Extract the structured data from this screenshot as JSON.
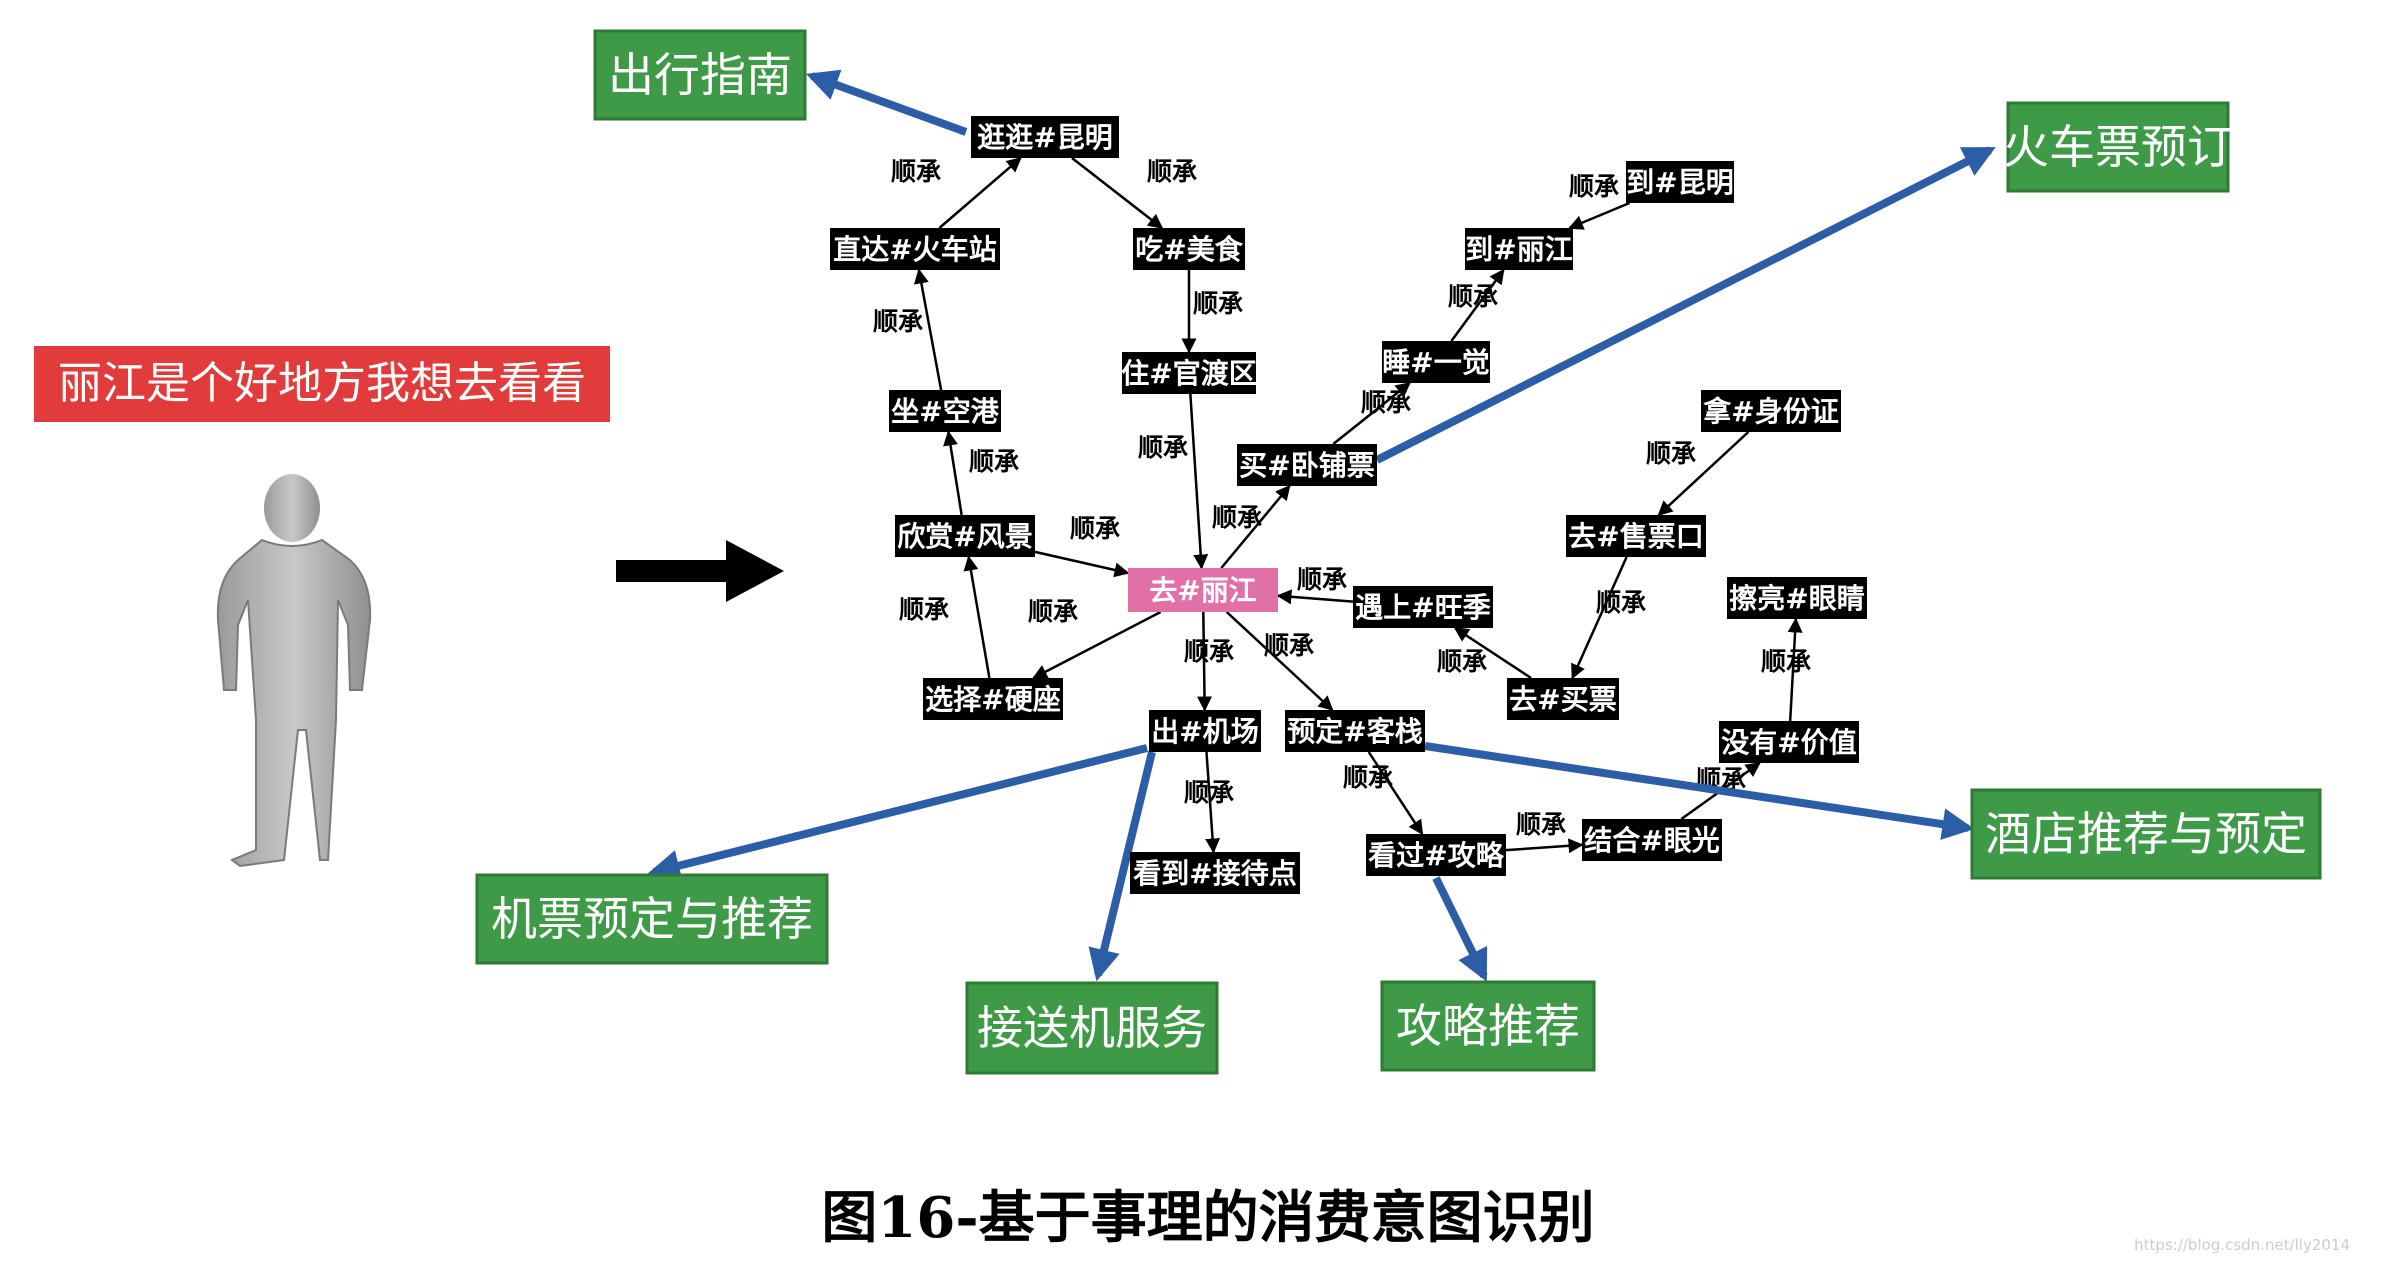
{
  "query": {
    "text": "丽江是个好地方我想去看看",
    "color": "#e23b3b"
  },
  "center_node": {
    "id": "go_lijiang",
    "label": "去#丽江",
    "color": "#e070a5"
  },
  "nodes": [
    {
      "id": "guang_kunming",
      "label": "逛逛#昆明"
    },
    {
      "id": "zhida_huochezhan",
      "label": "直达#火车站"
    },
    {
      "id": "chi_meishi",
      "label": "吃#美食"
    },
    {
      "id": "zhu_guandu",
      "label": "住#官渡区"
    },
    {
      "id": "zuo_konggang",
      "label": "坐#空港"
    },
    {
      "id": "xinshang_fengjing",
      "label": "欣赏#风景"
    },
    {
      "id": "xuanze_yingzuo",
      "label": "选择#硬座"
    },
    {
      "id": "mai_wopupiao",
      "label": "买#卧铺票"
    },
    {
      "id": "shui_yijiao",
      "label": "睡#一觉"
    },
    {
      "id": "dao_lijiang",
      "label": "到#丽江"
    },
    {
      "id": "dao_kunming",
      "label": "到#昆明"
    },
    {
      "id": "na_shenfenzheng",
      "label": "拿#身份证"
    },
    {
      "id": "qu_shoupiaokou",
      "label": "去#售票口"
    },
    {
      "id": "yushang_wangji",
      "label": "遇上#旺季"
    },
    {
      "id": "qu_maipiao",
      "label": "去#买票"
    },
    {
      "id": "calang_yanjing",
      "label": "擦亮#眼睛"
    },
    {
      "id": "meiyou_jiazhi",
      "label": "没有#价值"
    },
    {
      "id": "jiehe_yanguang",
      "label": "结合#眼光"
    },
    {
      "id": "chu_jichang",
      "label": "出#机场"
    },
    {
      "id": "kandao_jiedaidian",
      "label": "看到#接待点"
    },
    {
      "id": "yuding_kezhan",
      "label": "预定#客栈"
    },
    {
      "id": "kanguo_gonglue",
      "label": "看过#攻略"
    }
  ],
  "edge_label": "顺承",
  "edges": [
    {
      "from": "guang_kunming",
      "to": "chi_meishi"
    },
    {
      "from": "chi_meishi",
      "to": "zhu_guandu"
    },
    {
      "from": "zhu_guandu",
      "to": "go_lijiang"
    },
    {
      "from": "zhida_huochezhan",
      "to": "guang_kunming"
    },
    {
      "from": "zuo_konggang",
      "to": "zhida_huochezhan"
    },
    {
      "from": "xinshang_fengjing",
      "to": "zuo_konggang"
    },
    {
      "from": "xinshang_fengjing",
      "to": "go_lijiang"
    },
    {
      "from": "xuanze_yingzuo",
      "to": "xinshang_fengjing"
    },
    {
      "from": "go_lijiang",
      "to": "xuanze_yingzuo"
    },
    {
      "from": "go_lijiang",
      "to": "mai_wopupiao"
    },
    {
      "from": "mai_wopupiao",
      "to": "shui_yijiao"
    },
    {
      "from": "shui_yijiao",
      "to": "dao_lijiang"
    },
    {
      "from": "dao_kunming",
      "to": "dao_lijiang"
    },
    {
      "from": "na_shenfenzheng",
      "to": "qu_shoupiaokou"
    },
    {
      "from": "qu_shoupiaokou",
      "to": "qu_maipiao"
    },
    {
      "from": "qu_maipiao",
      "to": "yushang_wangji"
    },
    {
      "from": "yushang_wangji",
      "to": "go_lijiang"
    },
    {
      "from": "go_lijiang",
      "to": "chu_jichang"
    },
    {
      "from": "chu_jichang",
      "to": "kandao_jiedaidian"
    },
    {
      "from": "go_lijiang",
      "to": "yuding_kezhan"
    },
    {
      "from": "yuding_kezhan",
      "to": "kanguo_gonglue"
    },
    {
      "from": "kanguo_gonglue",
      "to": "jiehe_yanguang"
    },
    {
      "from": "jiehe_yanguang",
      "to": "meiyou_jiazhi"
    },
    {
      "from": "meiyou_jiazhi",
      "to": "calang_yanjing"
    }
  ],
  "intents": [
    {
      "id": "travel_guide",
      "label": "出行指南",
      "source": "guang_kunming"
    },
    {
      "id": "train_ticket",
      "label": "火车票预订",
      "source": "mai_wopupiao"
    },
    {
      "id": "hotel",
      "label": "酒店推荐与预定",
      "source": "yuding_kezhan"
    },
    {
      "id": "flight",
      "label": "机票预定与推荐",
      "source": "chu_jichang"
    },
    {
      "id": "shuttle",
      "label": "接送机服务",
      "source": "chu_jichang"
    },
    {
      "id": "guide_recommend",
      "label": "攻略推荐",
      "source": "kanguo_gonglue"
    }
  ],
  "intent_color": "#3e9a47",
  "arrow_color": "#2b5ea7",
  "caption": "图16-基于事理的消费意图识别",
  "watermark": "https://blog.csdn.net/lly2014"
}
